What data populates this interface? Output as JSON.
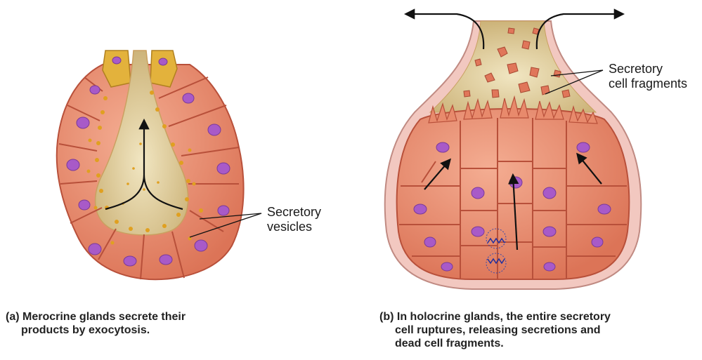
{
  "panel_a": {
    "callout_line1": "Secretory",
    "callout_line2": "vesicles",
    "caption_line1": "(a) Merocrine glands secrete their",
    "caption_line2": "products by exocytosis."
  },
  "panel_b": {
    "callout_line1": "Secretory",
    "callout_line2": "cell fragments",
    "caption_line1": "(b) In holocrine glands, the entire secretory",
    "caption_line2": "cell ruptures, releasing secretions and",
    "caption_line3": "dead cell fragments."
  },
  "colors": {
    "cell_fill": "#e88a6c",
    "cell_edge": "#b8503a",
    "nucleus": "#a85ac8",
    "apical_cell": "#e3b23c",
    "lumen": "#d9c592",
    "vesicle": "#e0a020",
    "capsule": "#e8b4b0"
  }
}
